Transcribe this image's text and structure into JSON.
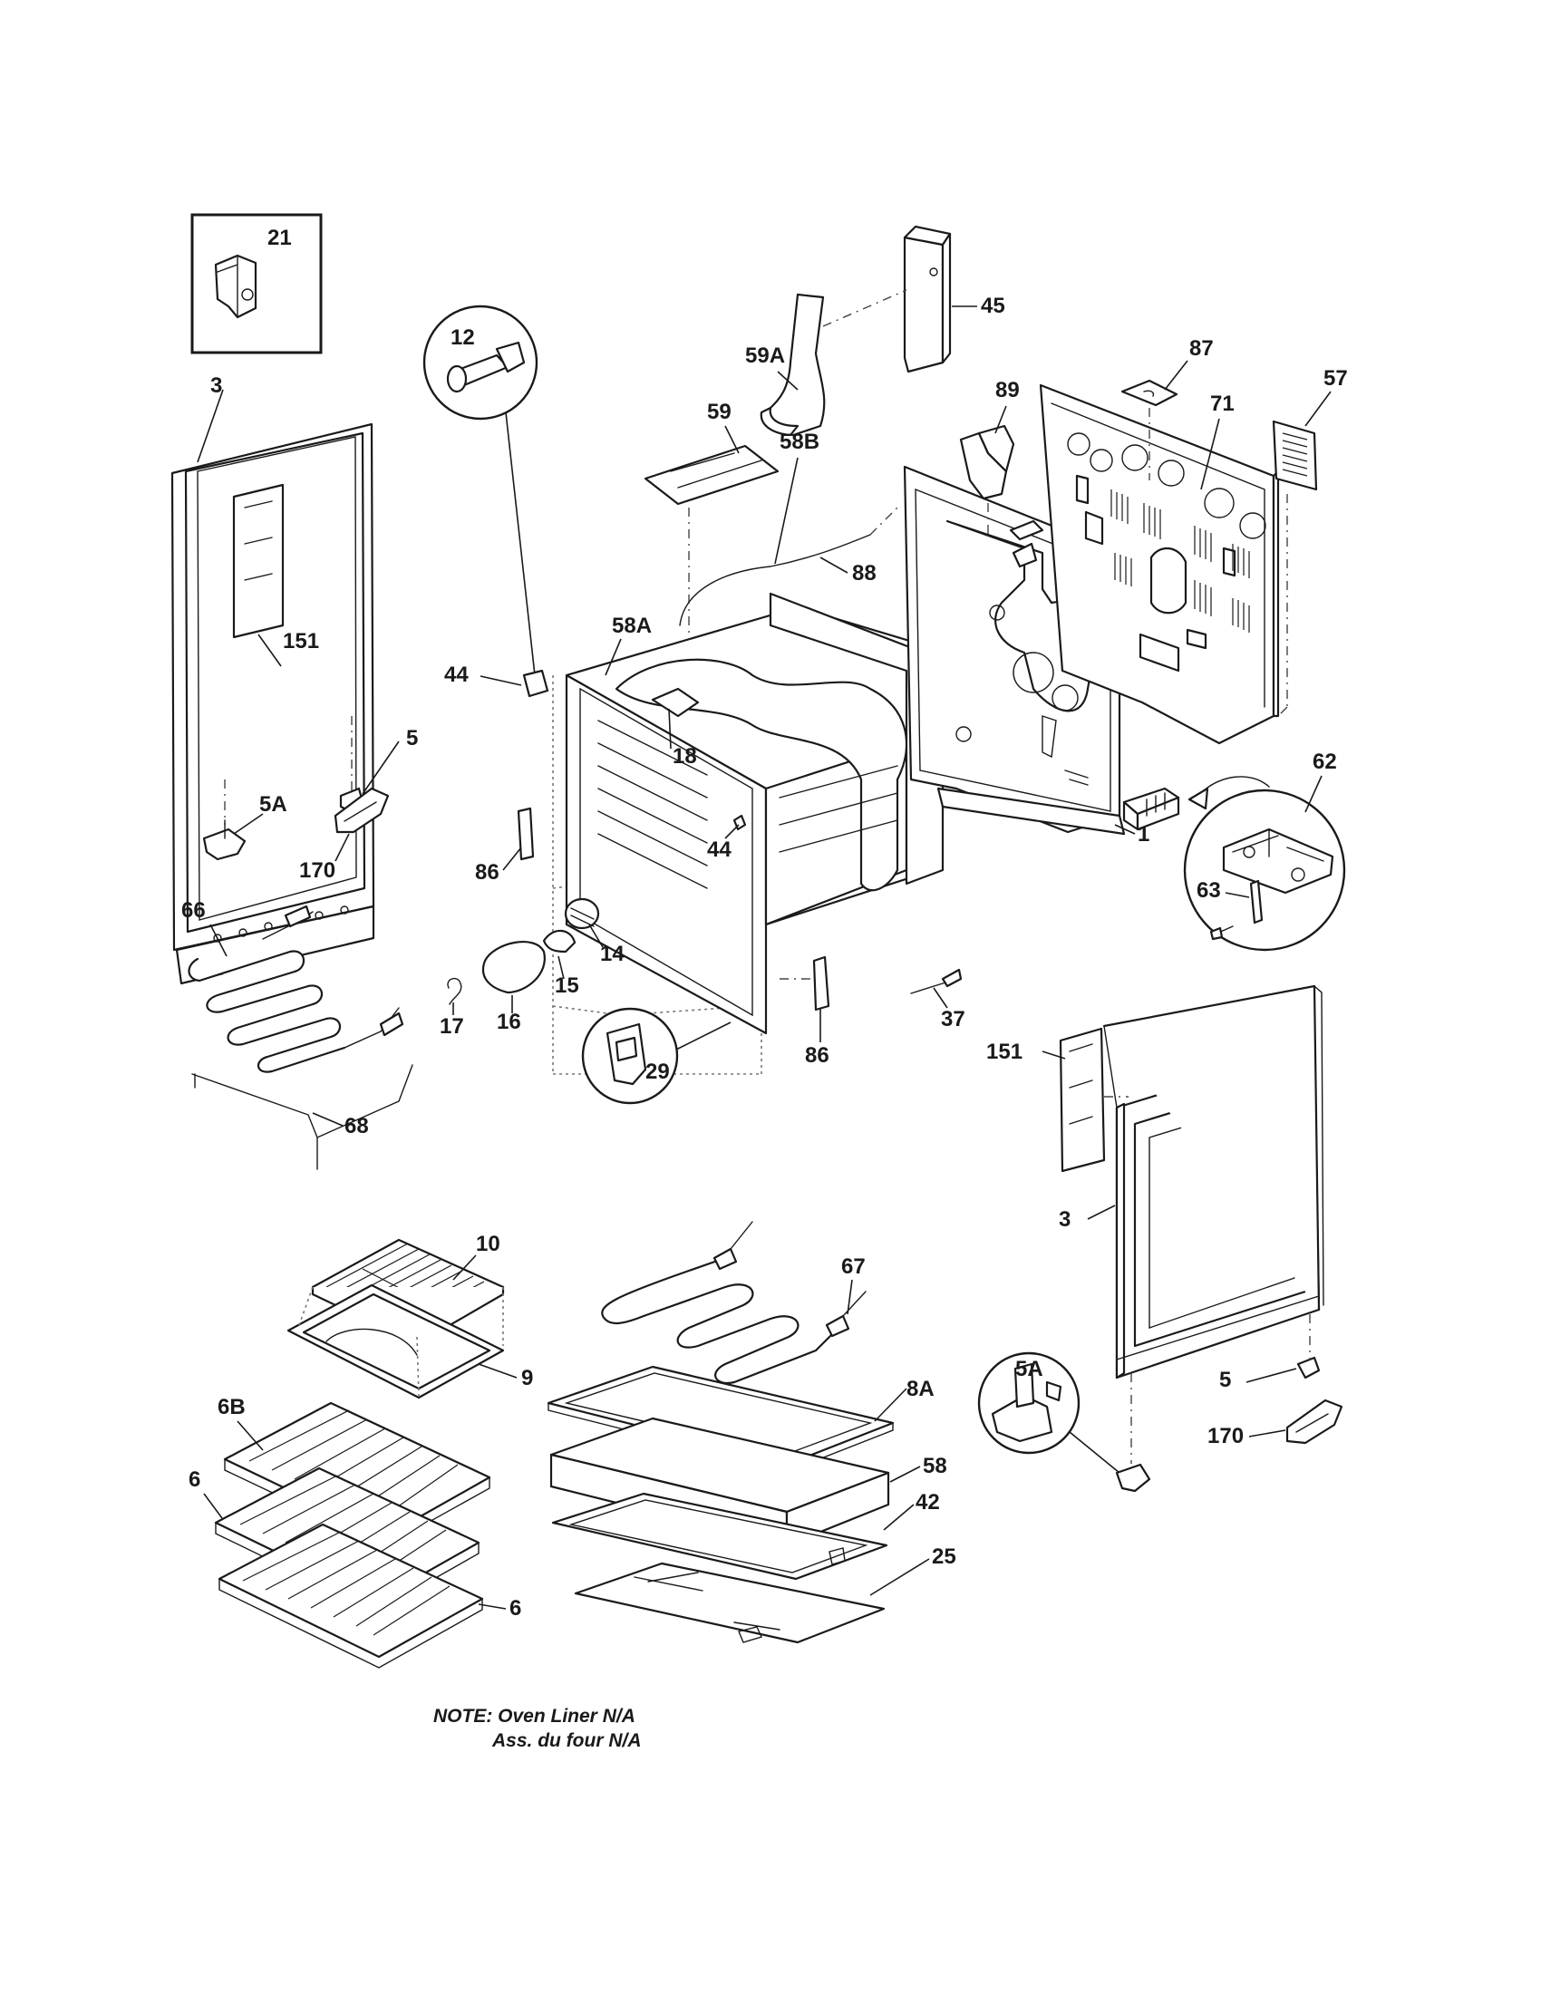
{
  "labels": {
    "p21": "21",
    "p3_left": "3",
    "p151_left": "151",
    "p5_left": "5",
    "p5A_left": "5A",
    "p170_left": "170",
    "p66": "66",
    "p68": "68",
    "p12": "12",
    "p44_a": "44",
    "p58A": "58A",
    "p18": "18",
    "p44_b": "44",
    "p86_a": "86",
    "p14": "14",
    "p15": "15",
    "p16": "16",
    "p17": "17",
    "p29": "29",
    "p86_b": "86",
    "p59": "59",
    "p59A": "59A",
    "p45": "45",
    "p58B": "58B",
    "p88": "88",
    "p89": "89",
    "p87": "87",
    "p71": "71",
    "p57": "57",
    "p1": "1",
    "p62": "62",
    "p63": "63",
    "p37": "37",
    "p151_right": "151",
    "p3_right": "3",
    "p10": "10",
    "p9": "9",
    "p6B": "6B",
    "p6_a": "6",
    "p6_b": "6",
    "p67": "67",
    "p8A": "8A",
    "p58": "58",
    "p42": "42",
    "p25": "25",
    "p5A_right": "5A",
    "p5_right": "5",
    "p170_right": "170"
  },
  "note": {
    "line1": "NOTE: Oven Liner N/A",
    "line2": "Ass. du four N/A"
  }
}
